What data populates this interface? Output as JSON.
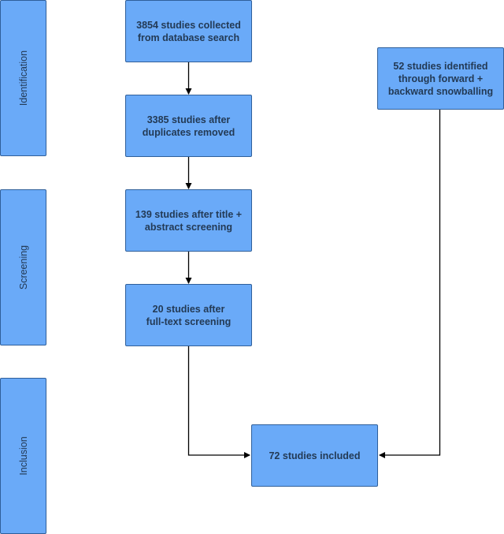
{
  "phases": {
    "identification": "Identification",
    "screening": "Screening",
    "inclusion": "Inclusion"
  },
  "boxes": {
    "collected": [
      "3854 studies collected",
      "from database search"
    ],
    "deduplicated": [
      "3385 studies after",
      "duplicates removed"
    ],
    "title_abstract": [
      "139 studies after title +",
      "abstract screening"
    ],
    "full_text": [
      "20 studies after",
      "full-text screening"
    ],
    "snowballing": [
      "52 studies identified",
      "through forward +",
      "backward snowballing"
    ],
    "included": [
      "72 studies included"
    ]
  },
  "colors": {
    "box_fill": "#6aaaf8",
    "box_border": "#2f5f9a",
    "text": "#233a55",
    "arrow": "#000000"
  }
}
